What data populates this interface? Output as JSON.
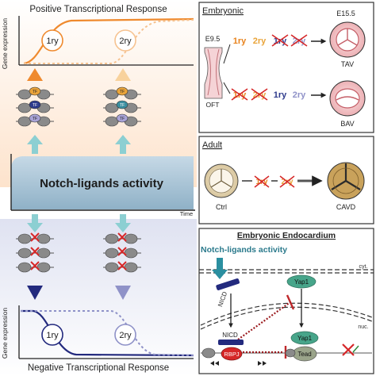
{
  "left": {
    "positive_title": "Positive Transcriptional Response",
    "gene_expression": "Gene expression",
    "axis_label_1ry": "1ry",
    "axis_label_2ry": "2ry",
    "notch_label": "Notch-ligands activity",
    "time_label": "Time",
    "negative_title": "Negative Transcriptional Response",
    "tf_label": "TF"
  },
  "embryonic": {
    "heading": "Embryonic",
    "stage_e95": "E9.5",
    "stage_e155": "E15.5",
    "oft_label": "OFT",
    "top_sequence": [
      "1ry",
      "2ry",
      "1ry",
      "2ry"
    ],
    "bottom_sequence": [
      "1ry",
      "2ry",
      "1ry",
      "2ry"
    ],
    "tav_label": "TAV",
    "bav_label": "BAV"
  },
  "adult": {
    "heading": "Adult",
    "ctrl_label": "Ctrl",
    "cavd_label": "CAVD",
    "sequence": [
      "1ry",
      "2ry"
    ]
  },
  "endocardium": {
    "heading": "Embryonic Endocardium",
    "notch_label": "Notch-ligands activity",
    "cyt_label": "cyt.",
    "nuc_label": "nuc.",
    "nicd_label": "NICD",
    "rbpj_label": "RBPJ",
    "yap1_label": "Yap1",
    "tead_label": "Tead"
  },
  "colors": {
    "positive_orange": "#ef8a2e",
    "negative_navy": "#232a7e",
    "teal_arrow": "#8ccfd2",
    "notch_fill": "#b4ccdc",
    "yap_green": "#47a58a",
    "red_cross": "#d62728",
    "label_1ry_orange": "#e8831c",
    "label_2ry_gold": "#e9a43a",
    "label_1ry_blue": "#2e3b8c",
    "label_2ry_lilac": "#8f92c8"
  }
}
